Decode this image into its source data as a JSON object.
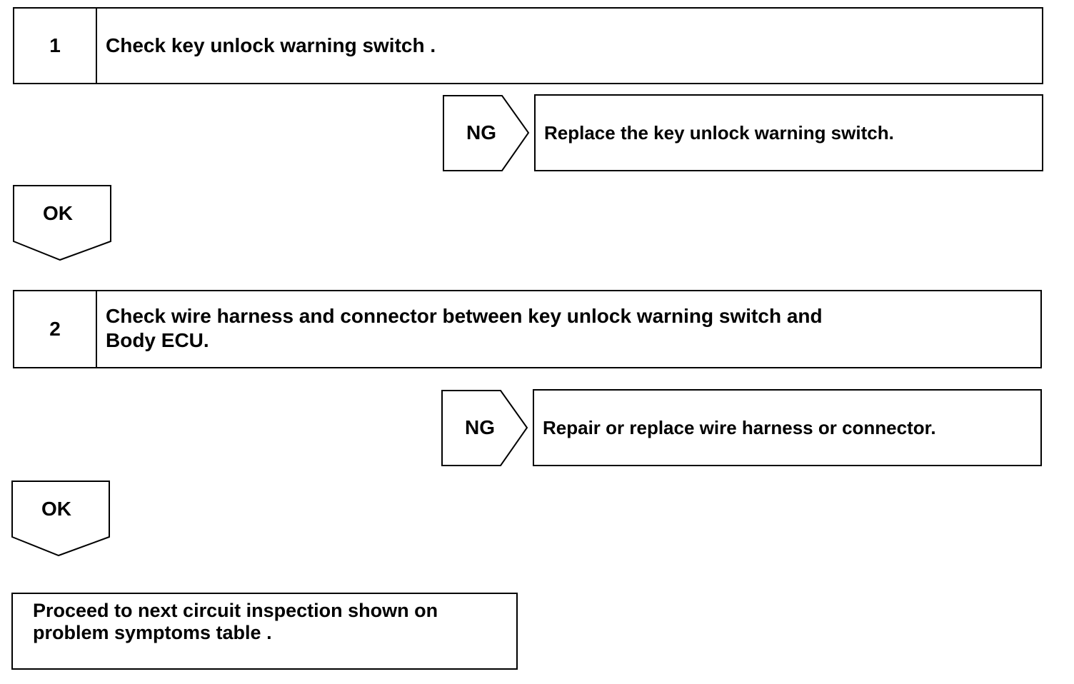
{
  "steps": [
    {
      "number": "1",
      "text": "Check key unlock warning switch .",
      "ng_label": "NG",
      "ng_action": "Replace the key unlock warning switch.",
      "ok_label": "OK"
    },
    {
      "number": "2",
      "text_line1": "Check wire harness and connector between key unlock warning switch and",
      "text_line2": "Body ECU.",
      "ng_label": "NG",
      "ng_action": "Repair or replace wire harness or connector.",
      "ok_label": "OK"
    }
  ],
  "final": {
    "line1": "Proceed to next circuit inspection shown on",
    "line2": "problem symptoms table ."
  }
}
